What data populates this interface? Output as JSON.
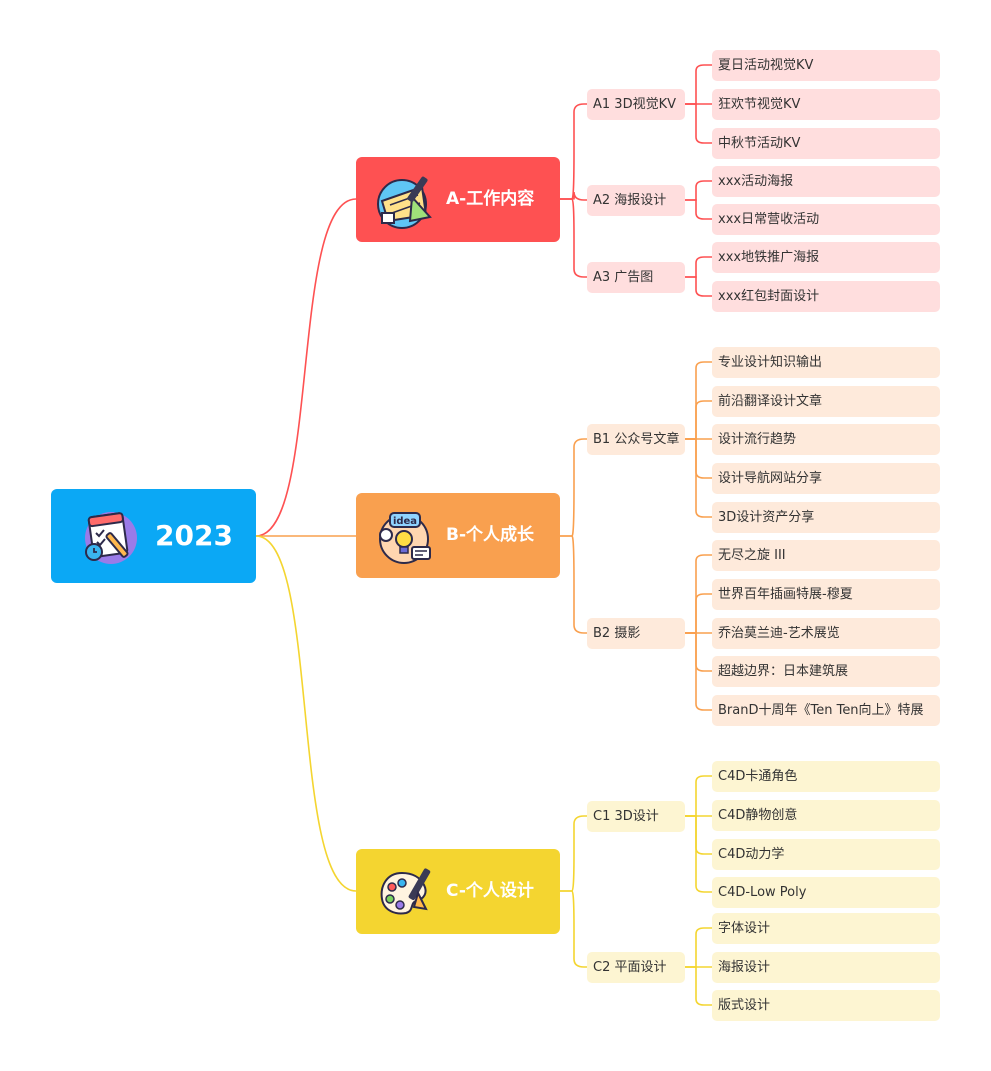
{
  "root": {
    "label": "2023",
    "color": "#0ba8f5"
  },
  "branches": [
    {
      "key": "a",
      "label": "A-工作内容",
      "color": "#fe5152",
      "subs": [
        {
          "label": "A1 3D视觉KV",
          "leaves": [
            "夏日活动视觉KV",
            "狂欢节视觉KV",
            "中秋节活动KV"
          ]
        },
        {
          "label": "A2 海报设计",
          "leaves": [
            "xxx活动海报",
            "xxx日常营收活动"
          ]
        },
        {
          "label": "A3 广告图",
          "leaves": [
            "xxx地铁推广海报",
            "xxx红包封面设计"
          ]
        }
      ]
    },
    {
      "key": "b",
      "label": "B-个人成长",
      "color": "#f9a04f",
      "subs": [
        {
          "label": "B1 公众号文章",
          "leaves": [
            "专业设计知识输出",
            "前沿翻译设计文章",
            "设计流行趋势",
            "设计导航网站分享",
            "3D设计资产分享"
          ]
        },
        {
          "label": "B2 摄影",
          "leaves": [
            "无尽之旋 III",
            "世界百年插画特展-穆夏",
            "乔治莫兰迪-艺术展览",
            "超越边界：日本建筑展",
            "BranD十周年《Ten Ten向上》特展"
          ]
        }
      ]
    },
    {
      "key": "c",
      "label": "C-个人设计",
      "color": "#f4d530",
      "subs": [
        {
          "label": "C1 3D设计",
          "leaves": [
            "C4D卡通角色",
            "C4D静物创意",
            "C4D动力学",
            "C4D-Low Poly"
          ]
        },
        {
          "label": "C2 平面设计",
          "leaves": [
            "字体设计",
            "海报设计",
            "版式设计"
          ]
        }
      ]
    }
  ]
}
